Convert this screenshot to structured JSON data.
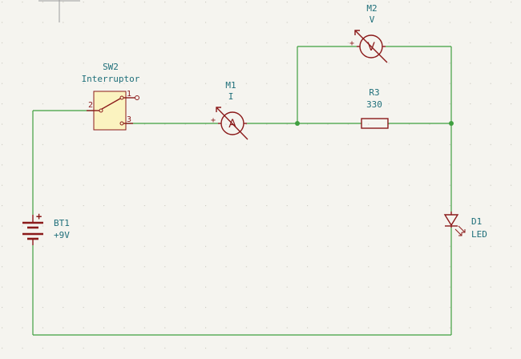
{
  "components": {
    "sw2": {
      "ref": "SW2",
      "value": "Interruptor",
      "pins": [
        "1",
        "2",
        "3"
      ]
    },
    "m1": {
      "ref": "M1",
      "value": "I",
      "symbol": "A"
    },
    "m2": {
      "ref": "M2",
      "value": "V",
      "symbol": "V"
    },
    "r3": {
      "ref": "R3",
      "value": "330"
    },
    "bt1": {
      "ref": "BT1",
      "value": "+9V",
      "plus": "+"
    },
    "d1": {
      "ref": "D1",
      "value": "LED"
    }
  },
  "meter_plus": "+",
  "colors": {
    "background": "#f5f4ef",
    "wire": "#3f9f3f",
    "symbol": "#8b1a1a",
    "label": "#1f6f7a",
    "switch_body": "#fbf3c0"
  }
}
